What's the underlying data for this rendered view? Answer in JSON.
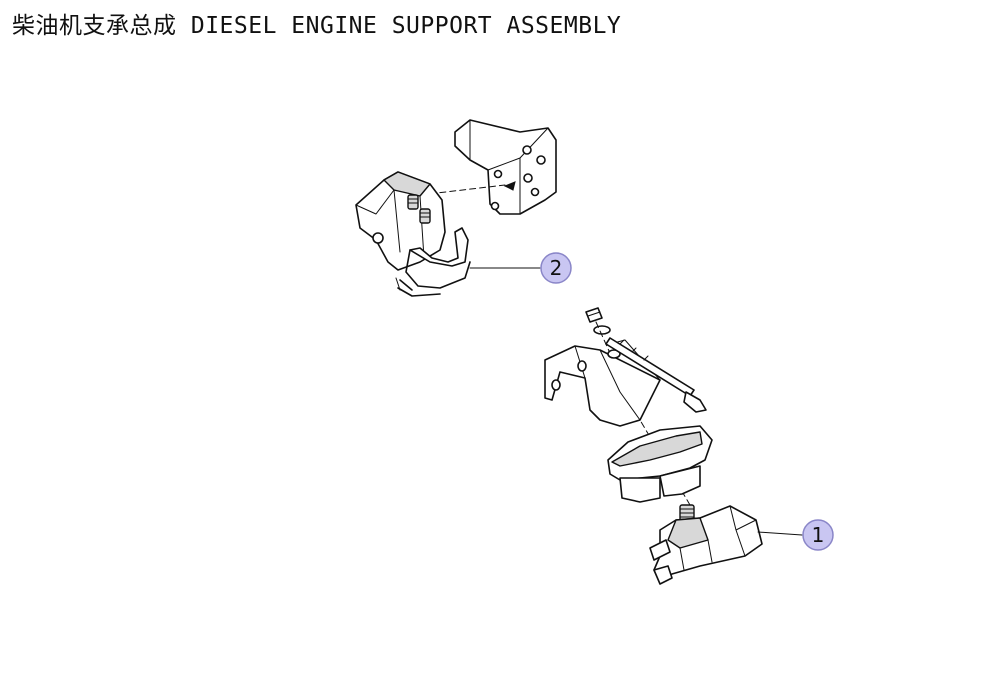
{
  "title": "柴油机支承总成 DIESEL ENGINE SUPPORT ASSEMBLY",
  "colors": {
    "callout_fill": "#c9c6f2",
    "callout_stroke": "#8a86c8",
    "line": "#111111"
  },
  "callouts": [
    {
      "label": "2"
    },
    {
      "label": "1"
    }
  ]
}
